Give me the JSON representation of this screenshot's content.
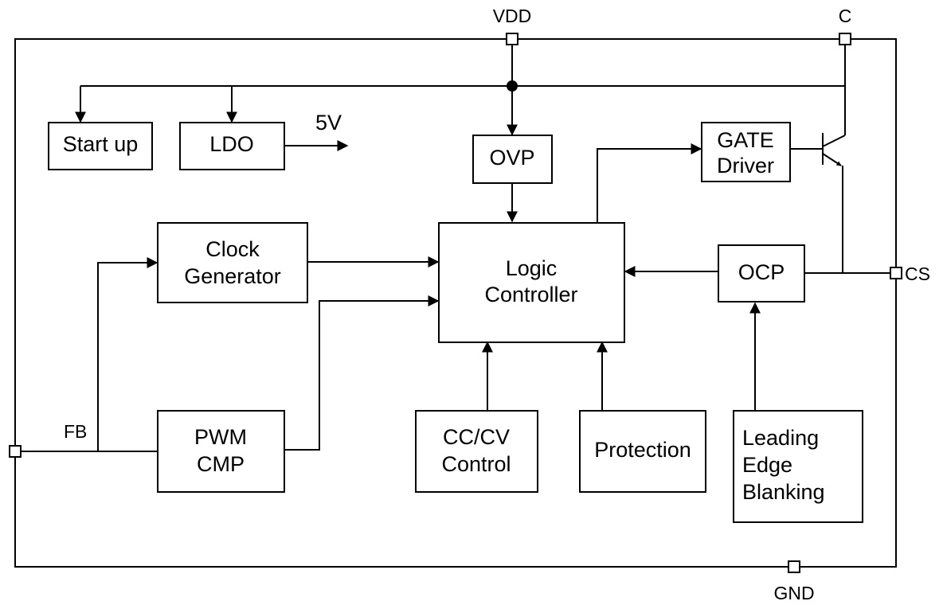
{
  "pins": {
    "vdd": "VDD",
    "c": "C",
    "cs": "CS",
    "fb": "FB",
    "gnd": "GND"
  },
  "output_5v": "5V",
  "blocks": {
    "startup": [
      "Start up"
    ],
    "ldo": [
      "LDO"
    ],
    "ovp": [
      "OVP"
    ],
    "gate_driver": [
      "GATE",
      "Driver"
    ],
    "clock_generator": [
      "Clock",
      "Generator"
    ],
    "logic_controller": [
      "Logic",
      "Controller"
    ],
    "ocp": [
      "OCP"
    ],
    "pwm_cmp": [
      "PWM",
      "CMP"
    ],
    "cccv_control": [
      "CC/CV",
      "Control"
    ],
    "protection": [
      "Protection"
    ],
    "leb": [
      "Leading",
      "Edge",
      "Blanking"
    ]
  },
  "colors": {
    "stroke": "#000000",
    "fill": "#ffffff"
  }
}
